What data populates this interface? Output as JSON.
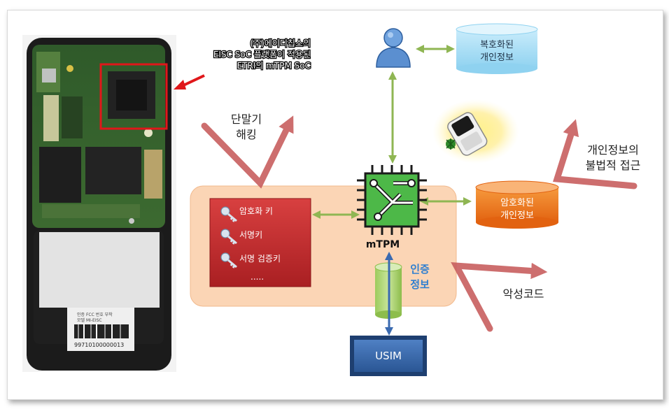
{
  "phone": {
    "barcode_number": "99710100000013",
    "label_text": [
      "인증 FCC 번호 부착",
      "모델 MI-EISC"
    ]
  },
  "soc_callout": {
    "line1": "(주)에이디칩스의",
    "line2": "EISC SoC 플랫폼이 적용된",
    "line3": "ETRI의 mTPM SoC"
  },
  "hacking_label": {
    "line1": "단말기",
    "line2": "해킹"
  },
  "keys_box": {
    "items": [
      "암호화 키",
      "서명키",
      "서명 검증키"
    ],
    "ellipsis": "....."
  },
  "mtpm_label": "mTPM",
  "auth_info": {
    "line1": "인증",
    "line2": "정보"
  },
  "usim_label": "USIM",
  "decrypted_db": {
    "line1": "복호화된",
    "line2": "개인정보"
  },
  "encrypted_db": {
    "line1": "암호화된",
    "line2": "개인정보"
  },
  "illegal_access": {
    "line1": "개인정보의",
    "line2": "불법적 접근"
  },
  "malware_label": "악성코드",
  "colors": {
    "red_box": "#c0282d",
    "peach_panel": "#fbd5b5",
    "chip_green": "#4db848",
    "green_arrow": "#8fb653",
    "attack_arrow": "#c85f5f",
    "usim_blue": "#2f5f9e",
    "auth_blue": "#2f7fd0",
    "db_blue": "#a5dcf5",
    "db_orange": "#f07b1f"
  }
}
